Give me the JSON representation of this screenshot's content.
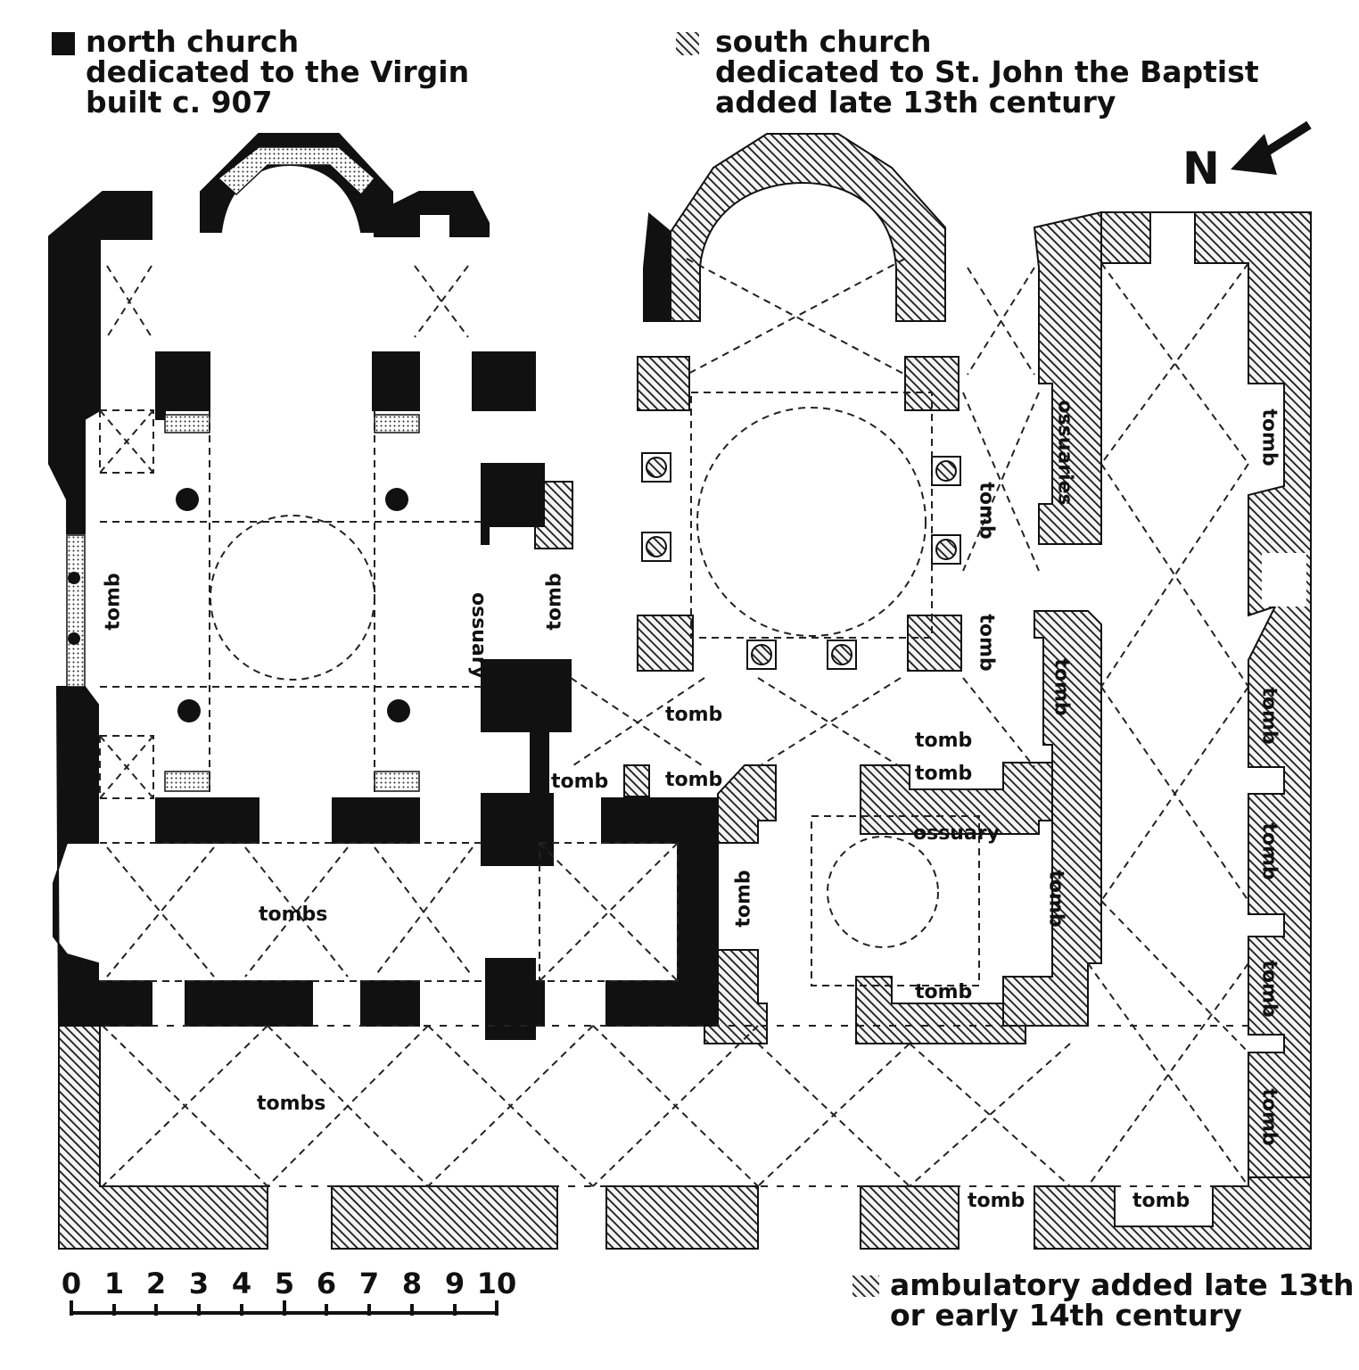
{
  "legend": {
    "north": {
      "title": "north church",
      "line2": "dedicated to the Virgin",
      "line3": "built c. 907",
      "pattern": "solid-black"
    },
    "south": {
      "title": "south church",
      "line2": "dedicated to St. John the Baptist",
      "line3": "added late 13th century",
      "pattern": "diagonal-hatch"
    },
    "ambulatory": {
      "line1": "ambulatory added late 13th",
      "line2": "or early 14th century",
      "pattern": "diagonal-hatch"
    }
  },
  "north_arrow": {
    "label": "N",
    "icon": "arrow-icon"
  },
  "scale": {
    "ticks": [
      "0",
      "1",
      "2",
      "3",
      "4",
      "5",
      "6",
      "7",
      "8",
      "9",
      "10"
    ]
  },
  "labels": {
    "tomb_n_aisle": "tomb",
    "ossuary_n": "ossuary",
    "tomb_between": "tomb",
    "tomb_s_vert1": "tomb",
    "tomb_s_vert2": "tomb",
    "ossuaries": "ossuaries",
    "tomb_s_nave": "tomb",
    "tomb_s_right1": "tomb",
    "tomb_s_right2": "tomb",
    "tomb_s_bay1": "tomb",
    "tomb_s_bay2": "tomb",
    "ossuary_s": "ossuary",
    "tomb_s_lower_left": "tomb",
    "tomb_s_lower_right": "tomb",
    "tomb_s_lower_bottom": "tomb",
    "tombs_narthex": "tombs",
    "tombs_ambulatory": "tombs",
    "tomb_bottom1": "tomb",
    "tomb_bottom2": "tomb",
    "tomb_east1": "tomb",
    "tomb_east2": "tomb",
    "tomb_east3": "tomb",
    "tomb_east4": "tomb",
    "tomb_east5": "tomb"
  },
  "colors": {
    "wall": "#111111",
    "hatch": "#222222",
    "background": "#ffffff"
  }
}
